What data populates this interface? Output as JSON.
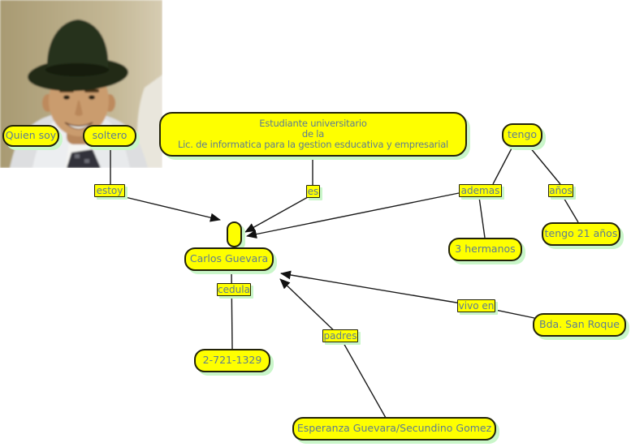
{
  "app": {
    "kind": "concept-map-canvas"
  },
  "photo": {
    "alt": "webcam photo of a young man wearing a dark hat"
  },
  "concepts": {
    "quien_soy": "Quien soy",
    "soltero": "soltero",
    "estudiante_line1": "Estudiante universitario",
    "estudiante_line2": "de la",
    "estudiante_line3": "Lic. de informatica para la gestion esducativa y empresarial",
    "tengo": "tengo",
    "tengo_21": "tengo 21 años",
    "hermanos": "3 hermanos",
    "carlos": "Carlos Guevara",
    "cedula_num": "2-721-1329",
    "bda": "Bda. San Roque",
    "esperanza": "Esperanza Guevara/Secundino Gomez",
    "empty_oval": ""
  },
  "linking_phrases": {
    "estoy": "estoy",
    "es": "es",
    "ademas": "ademas",
    "anos": "años",
    "cedula": "cedula",
    "vivo_en": "vivo en",
    "padres": "padres"
  },
  "colors": {
    "canvas": "#ffffff",
    "node_fill": "#feff00",
    "node_border": "#23230a",
    "node_text": "#5e7d92",
    "node_shadow": "#c9f6c9",
    "link_line": "#1a1a1a"
  }
}
